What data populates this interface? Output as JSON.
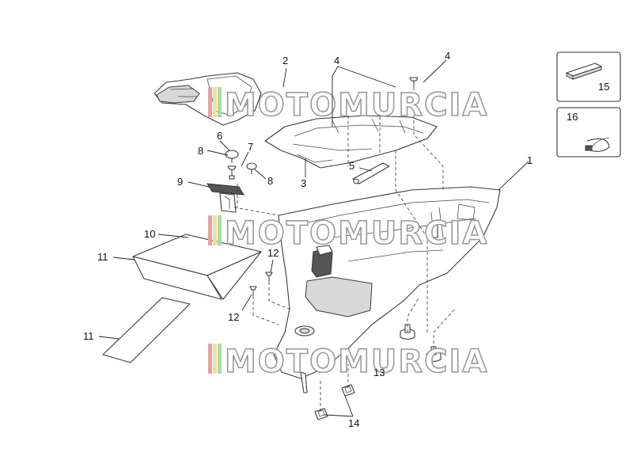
{
  "callouts": {
    "c1": "1",
    "c2": "2",
    "c3": "3",
    "c4a": "4",
    "c4b": "4",
    "c5": "5",
    "c6": "6",
    "c7": "7",
    "c8a": "8",
    "c8b": "8",
    "c9": "9",
    "c10": "10",
    "c11a": "11",
    "c11b": "11",
    "c12a": "12",
    "c12b": "12",
    "c13": "13",
    "c14": "14",
    "c15": "15",
    "c16": "16"
  },
  "watermark": {
    "text": "MOTOMURCIA"
  },
  "colors": {
    "stripe_red": "#e8a0a0",
    "stripe_yellow": "#ece2a0",
    "stripe_green": "#a8dca8",
    "outline": "#3a3a3a"
  }
}
